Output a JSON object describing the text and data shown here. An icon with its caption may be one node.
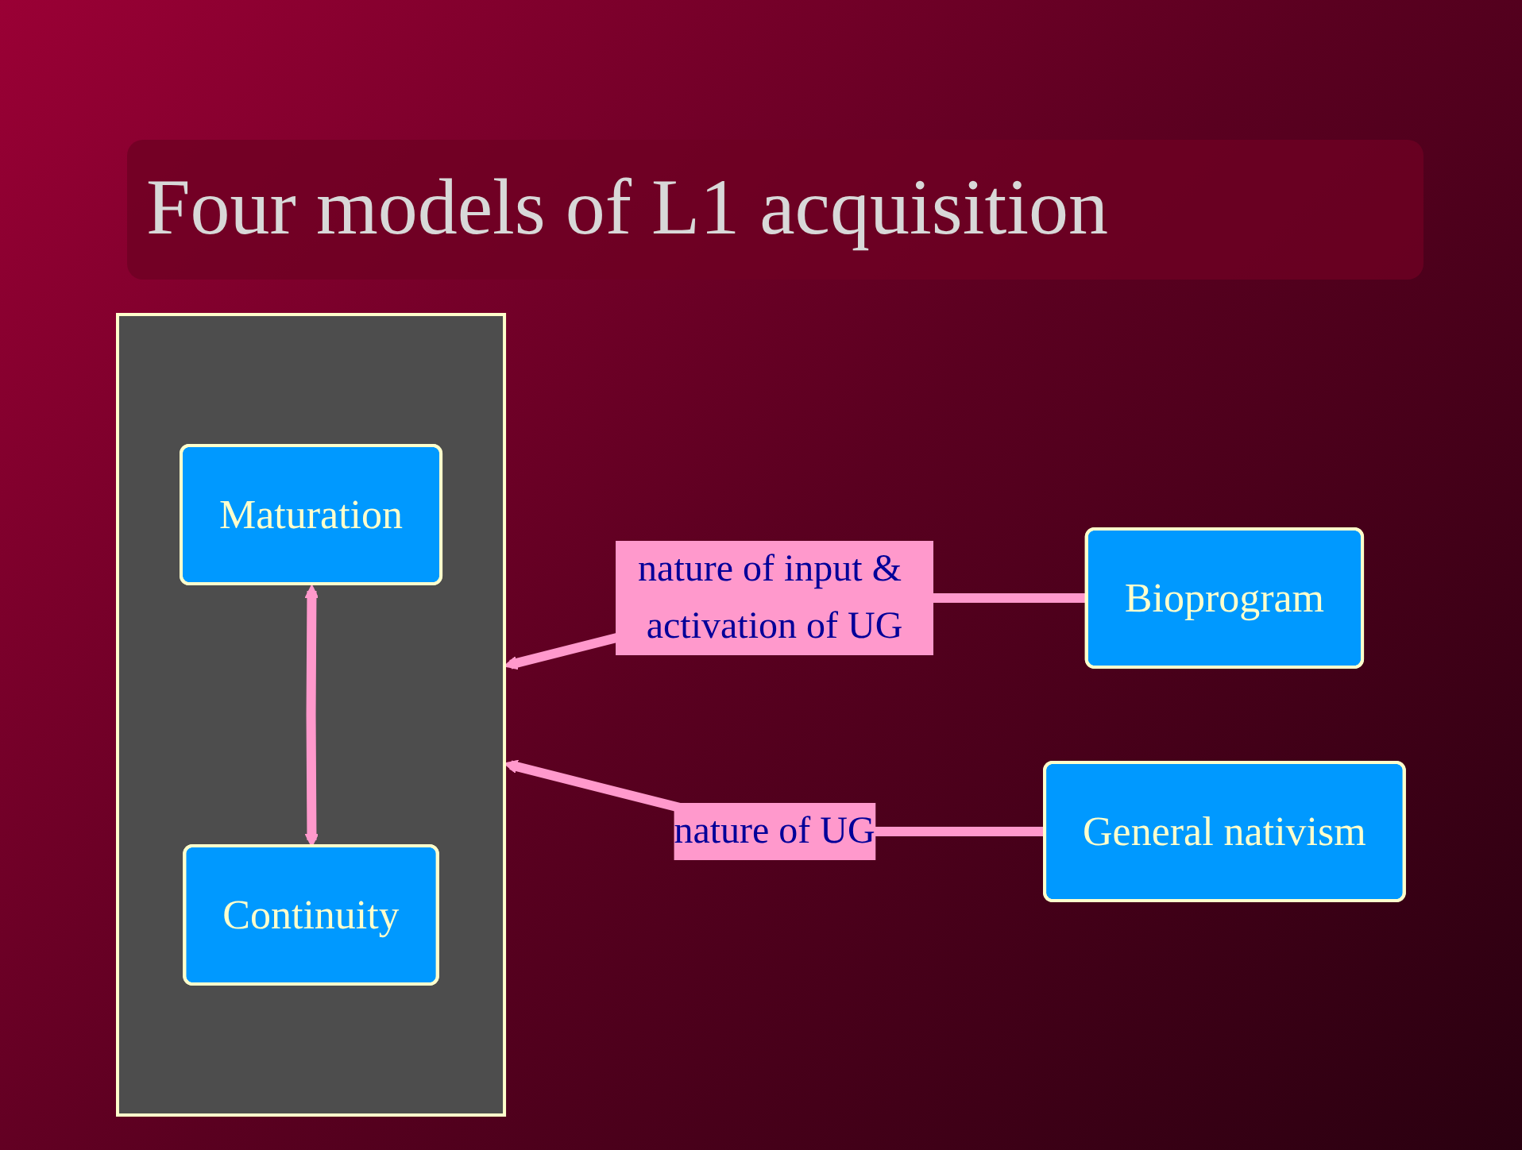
{
  "diagram": {
    "title": "Four models of L1 acquisition",
    "nodes": [
      {
        "text": [],
        "shape": "box"
      },
      {
        "text": [
          "Maturation"
        ],
        "in": 0
      },
      {
        "text": [
          "Continuity"
        ],
        "in": 0
      },
      {
        "text": [
          "Bioprogram"
        ]
      },
      {
        "text": [
          "General nativism"
        ]
      }
    ],
    "edges": [
      {
        "from": 1,
        "to": 2,
        "arrow": "both"
      },
      {
        "from": 3,
        "to": 0,
        "arrow": "to",
        "label": "nature of input & activation of UG"
      },
      {
        "from": 4,
        "to": 0,
        "arrow": "to",
        "label": "nature of UG"
      }
    ]
  }
}
